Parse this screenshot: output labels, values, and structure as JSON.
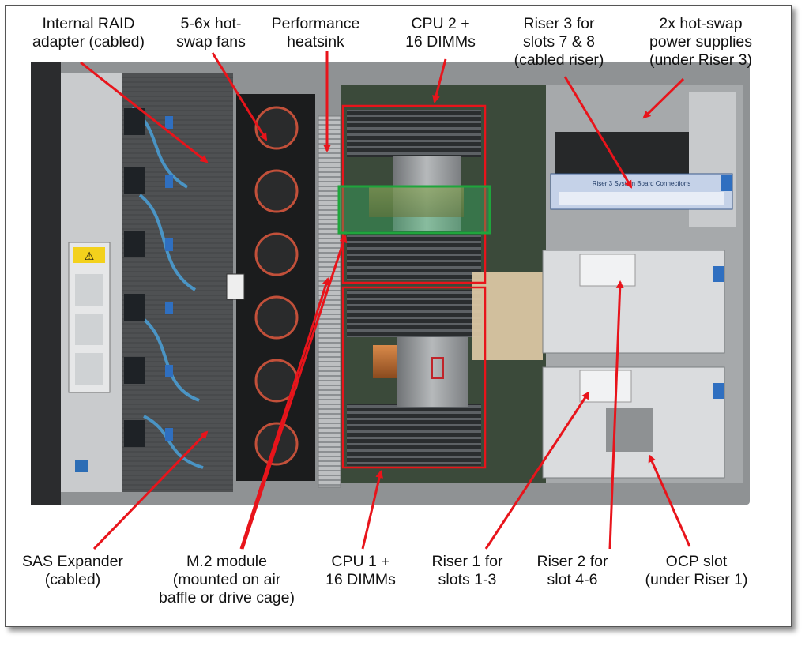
{
  "labels": {
    "raid": [
      "Internal RAID",
      "adapter (cabled)"
    ],
    "fans": [
      "5-6x hot-",
      "swap fans"
    ],
    "heatsink": [
      "Performance",
      "heatsink"
    ],
    "cpu2": [
      "CPU 2 +",
      "16 DIMMs"
    ],
    "riser3": [
      "Riser 3 for",
      "slots 7 & 8",
      "(cabled riser)"
    ],
    "psu": [
      "2x hot-swap",
      "power supplies",
      "(under Riser 3)"
    ],
    "sas": [
      "SAS Expander",
      "(cabled)"
    ],
    "m2": [
      "M.2 module",
      "(mounted on air",
      "baffle or drive cage)"
    ],
    "cpu1": [
      "CPU 1 +",
      "16 DIMMs"
    ],
    "riser1": [
      "Riser 1 for",
      "slots 1-3"
    ],
    "riser2": [
      "Riser 2 for",
      "slot 4-6"
    ],
    "ocp": [
      "OCP slot",
      "(under Riser 1)"
    ]
  },
  "colors": {
    "arrow": "#e8141b",
    "cpu_box": "#e8141b",
    "heatsink_box": "#1fa53c",
    "chassis": "#8f9294",
    "board": "#3b4a3a"
  },
  "photo_text": {
    "warning_label": "⚠",
    "riser3_label": "Riser 3 System Board Connections"
  }
}
